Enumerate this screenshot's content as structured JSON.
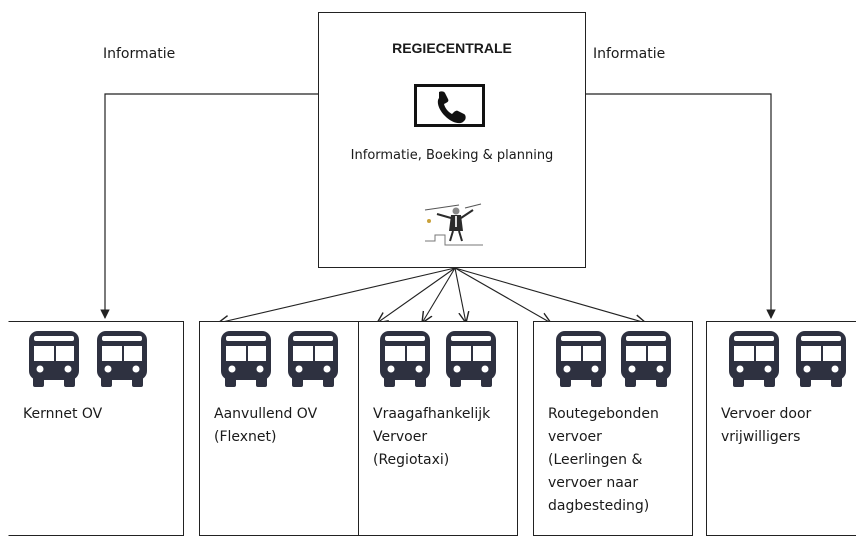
{
  "central": {
    "title": "REGIECENTRALE",
    "description": "Informatie, Boeking & planning"
  },
  "info_labels": [
    "Informatie",
    "Informatie"
  ],
  "icons": {
    "phone": "phone-icon",
    "figure": "juggler-figure-icon",
    "bus": "bus-icon"
  },
  "colors": {
    "line": "#222222",
    "bus": "#2e3140"
  },
  "services": [
    {
      "label": "Kernnet OV"
    },
    {
      "label": "Aanvullend OV\n(Flexnet)"
    },
    {
      "label": "Vraagafhankelijk\nVervoer\n(Regiotaxi)"
    },
    {
      "label": "Routegebonden\nvervoer\n(Leerlingen  &\nvervoer naar\ndagbesteding)"
    },
    {
      "label": "Vervoer door\nvrijwilligers"
    }
  ]
}
